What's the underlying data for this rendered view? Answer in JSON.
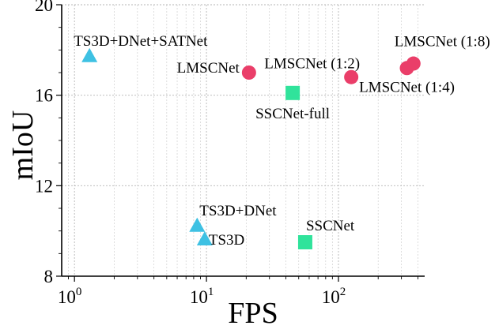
{
  "chart_data": {
    "type": "scatter",
    "title": "",
    "xlabel": "FPS",
    "ylabel": "mIoU",
    "xscale": "log",
    "xlim": [
      0.8,
      450
    ],
    "ylim": [
      8,
      20
    ],
    "xticks": [
      1,
      10,
      100
    ],
    "xtick_labels": [
      {
        "base": "10",
        "exp": "0"
      },
      {
        "base": "10",
        "exp": "1"
      },
      {
        "base": "10",
        "exp": "2"
      }
    ],
    "yticks": [
      8,
      12,
      16,
      20
    ],
    "ytick_labels": [
      "8",
      "12",
      "16",
      "20"
    ],
    "grid": true,
    "legend": "none",
    "colors": {
      "LMSCNet": "#ea3e69",
      "SSCNet": "#30e39b",
      "TS3D": "#3ec1e3"
    },
    "points": [
      {
        "label": "TS3D+DNet+SATNet",
        "x": 1.3,
        "y": 17.7,
        "marker": "triangle",
        "group": "TS3D"
      },
      {
        "label": "LMSCNet",
        "x": 21,
        "y": 17.0,
        "marker": "circle",
        "group": "LMSCNet"
      },
      {
        "label": "SSCNet-full",
        "x": 45,
        "y": 16.1,
        "marker": "square",
        "group": "SSCNet"
      },
      {
        "label": "LMSCNet (1:2)",
        "x": 125,
        "y": 16.8,
        "marker": "circle",
        "group": "LMSCNet"
      },
      {
        "label": "LMSCNet (1:4)",
        "x": 330,
        "y": 17.2,
        "marker": "circle",
        "group": "LMSCNet"
      },
      {
        "label": "LMSCNet (1:8)",
        "x": 370,
        "y": 17.4,
        "marker": "circle",
        "group": "LMSCNet"
      },
      {
        "label": "TS3D+DNet",
        "x": 8.5,
        "y": 10.2,
        "marker": "triangle",
        "group": "TS3D"
      },
      {
        "label": "TS3D",
        "x": 9.7,
        "y": 9.6,
        "marker": "triangle",
        "group": "TS3D"
      },
      {
        "label": "SSCNet",
        "x": 56,
        "y": 9.5,
        "marker": "square",
        "group": "SSCNet"
      }
    ]
  }
}
